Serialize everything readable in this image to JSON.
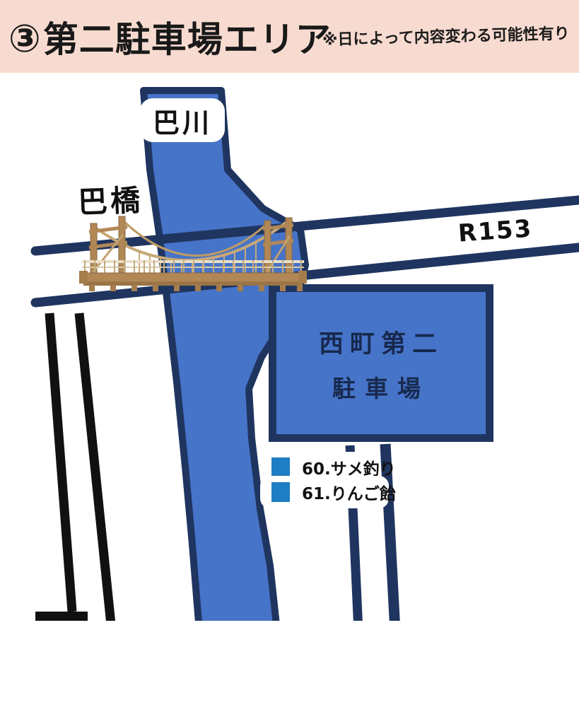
{
  "header": {
    "number": "③",
    "title": "第二駐車場エリア",
    "note": "※日によって内容変わる可能性有り",
    "bg_color": "#f8dbd0"
  },
  "map": {
    "river_label": "巴川",
    "bridge_label": "巴橋",
    "road_label": "R153",
    "parking": {
      "line1": "西町第二",
      "line2": "駐車場"
    },
    "legend": {
      "items": [
        {
          "number_label": "60.サメ釣り"
        },
        {
          "number_label": "61.りんご飴"
        }
      ]
    },
    "colors": {
      "water_blue": "#4674c8",
      "navy_outline": "#1f3560",
      "road_black": "#111111",
      "legend_blue": "#1d7ec3",
      "bridge_wood": "#b18756",
      "header_pink": "#f8dbd0"
    }
  }
}
